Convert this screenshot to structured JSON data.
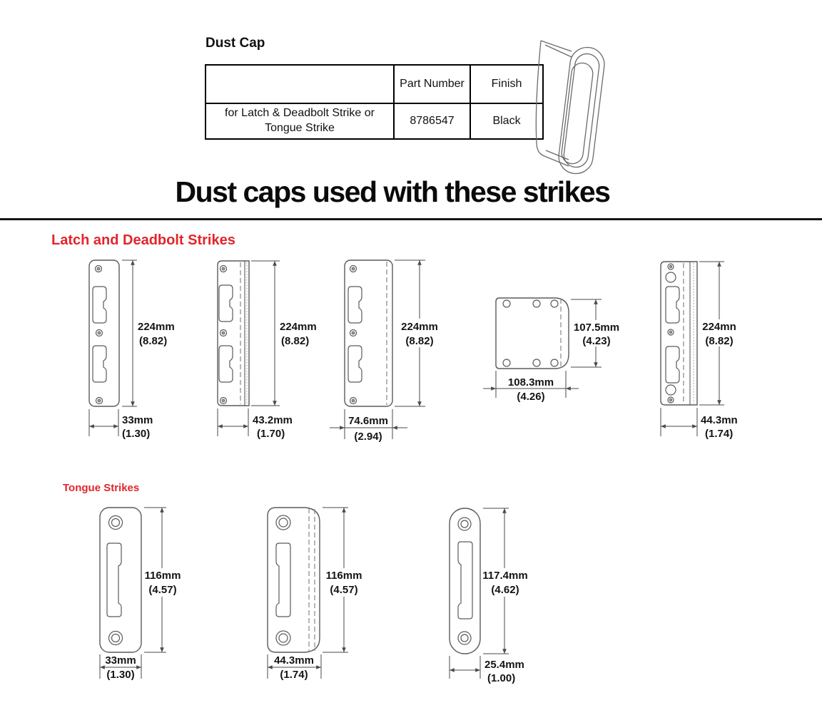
{
  "dust_cap": {
    "title": "Dust Cap",
    "table": {
      "col_headers": [
        "",
        "Part Number",
        "Finish"
      ],
      "row": {
        "description": "for Latch & Deadbolt Strike or Tongue Strike",
        "part_number": "8786547",
        "finish": "Black"
      }
    }
  },
  "main_title": "Dust caps used with these strikes",
  "sections": {
    "latch_heading": "Latch and Deadbolt Strikes",
    "tongue_heading": "Tongue Strikes"
  },
  "latch_strikes": [
    {
      "label": "narrow flat strike",
      "height_mm": "224mm",
      "height_in": "(8.82)",
      "width_mm": "33mm",
      "width_in": "(1.30)"
    },
    {
      "label": "lipped strike",
      "height_mm": "224mm",
      "height_in": "(8.82)",
      "width_mm": "43.2mm",
      "width_in": "(1.70)"
    },
    {
      "label": "wide flat strike",
      "height_mm": "224mm",
      "height_in": "(8.82)",
      "width_mm": "74.6mm",
      "width_in": "(2.94)"
    },
    {
      "label": "square strike",
      "height_mm": "107.5mm",
      "height_in": "(4.23)",
      "width_mm": "108.3mm",
      "width_in": "(4.26)"
    },
    {
      "label": "lipped strike",
      "height_mm": "224mn",
      "height_in": "(8.82)",
      "width_mm": "44.3mn",
      "width_in": "(1.74)"
    }
  ],
  "tongue_strikes": [
    {
      "label": "flat tongue strike",
      "height_mm": "116mm",
      "height_in": "(4.57)",
      "width_mm": "33mm",
      "width_in": "(1.30)"
    },
    {
      "label": "lipped tongue strike",
      "height_mm": "116mm",
      "height_in": "(4.57)",
      "width_mm": "44.3mm",
      "width_in": "(1.74)"
    },
    {
      "label": "rounded tongue strike",
      "height_mm": "117.4mm",
      "height_in": "(4.62)",
      "width_mm": "25.4mm",
      "width_in": "(1.00)"
    }
  ],
  "icons": {
    "dust_cap_drawing": "isometric oval dust cap"
  },
  "colors": {
    "accent_red": "#e2252b",
    "line_gray": "#5a5a5a",
    "text_black": "#141414"
  }
}
